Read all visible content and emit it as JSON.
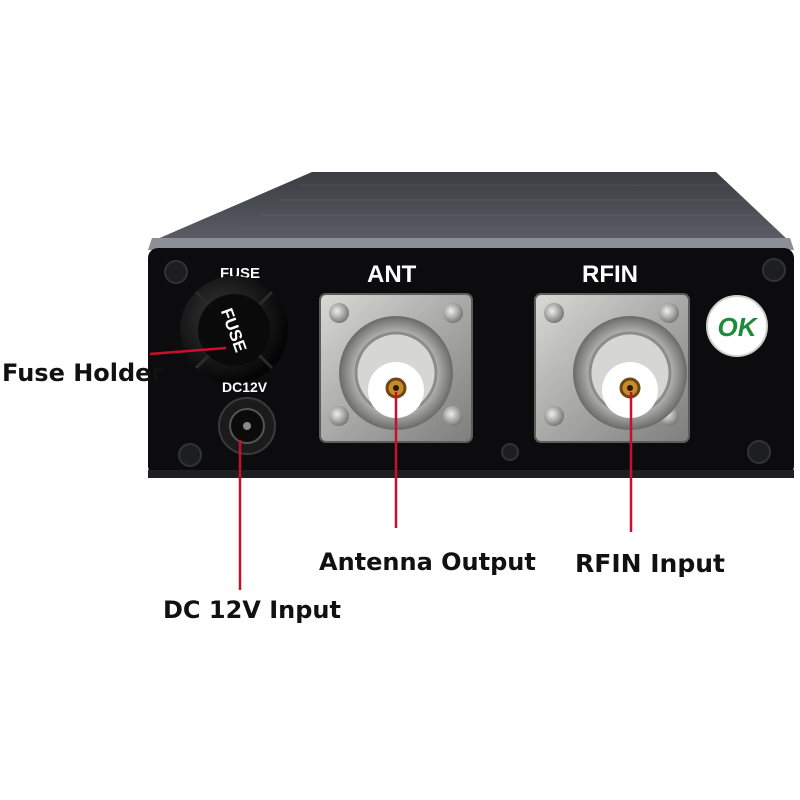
{
  "panel": {
    "fuse_label": "FUSE",
    "fuse_cap_text": "FUSE",
    "dc_label": "DC12V",
    "ant_label": "ANT",
    "rfin_label": "RFIN",
    "ok_badge": "OK"
  },
  "callouts": {
    "fuse_holder": "Fuse Holder",
    "antenna_output": "Antenna Output",
    "rfin_input": "RFIN Input",
    "dc_input": "DC 12V Input"
  },
  "colors": {
    "pointer_line": "#c8102e",
    "ok_badge_text": "#1e8a3c",
    "panel": "#0c0c0e"
  }
}
